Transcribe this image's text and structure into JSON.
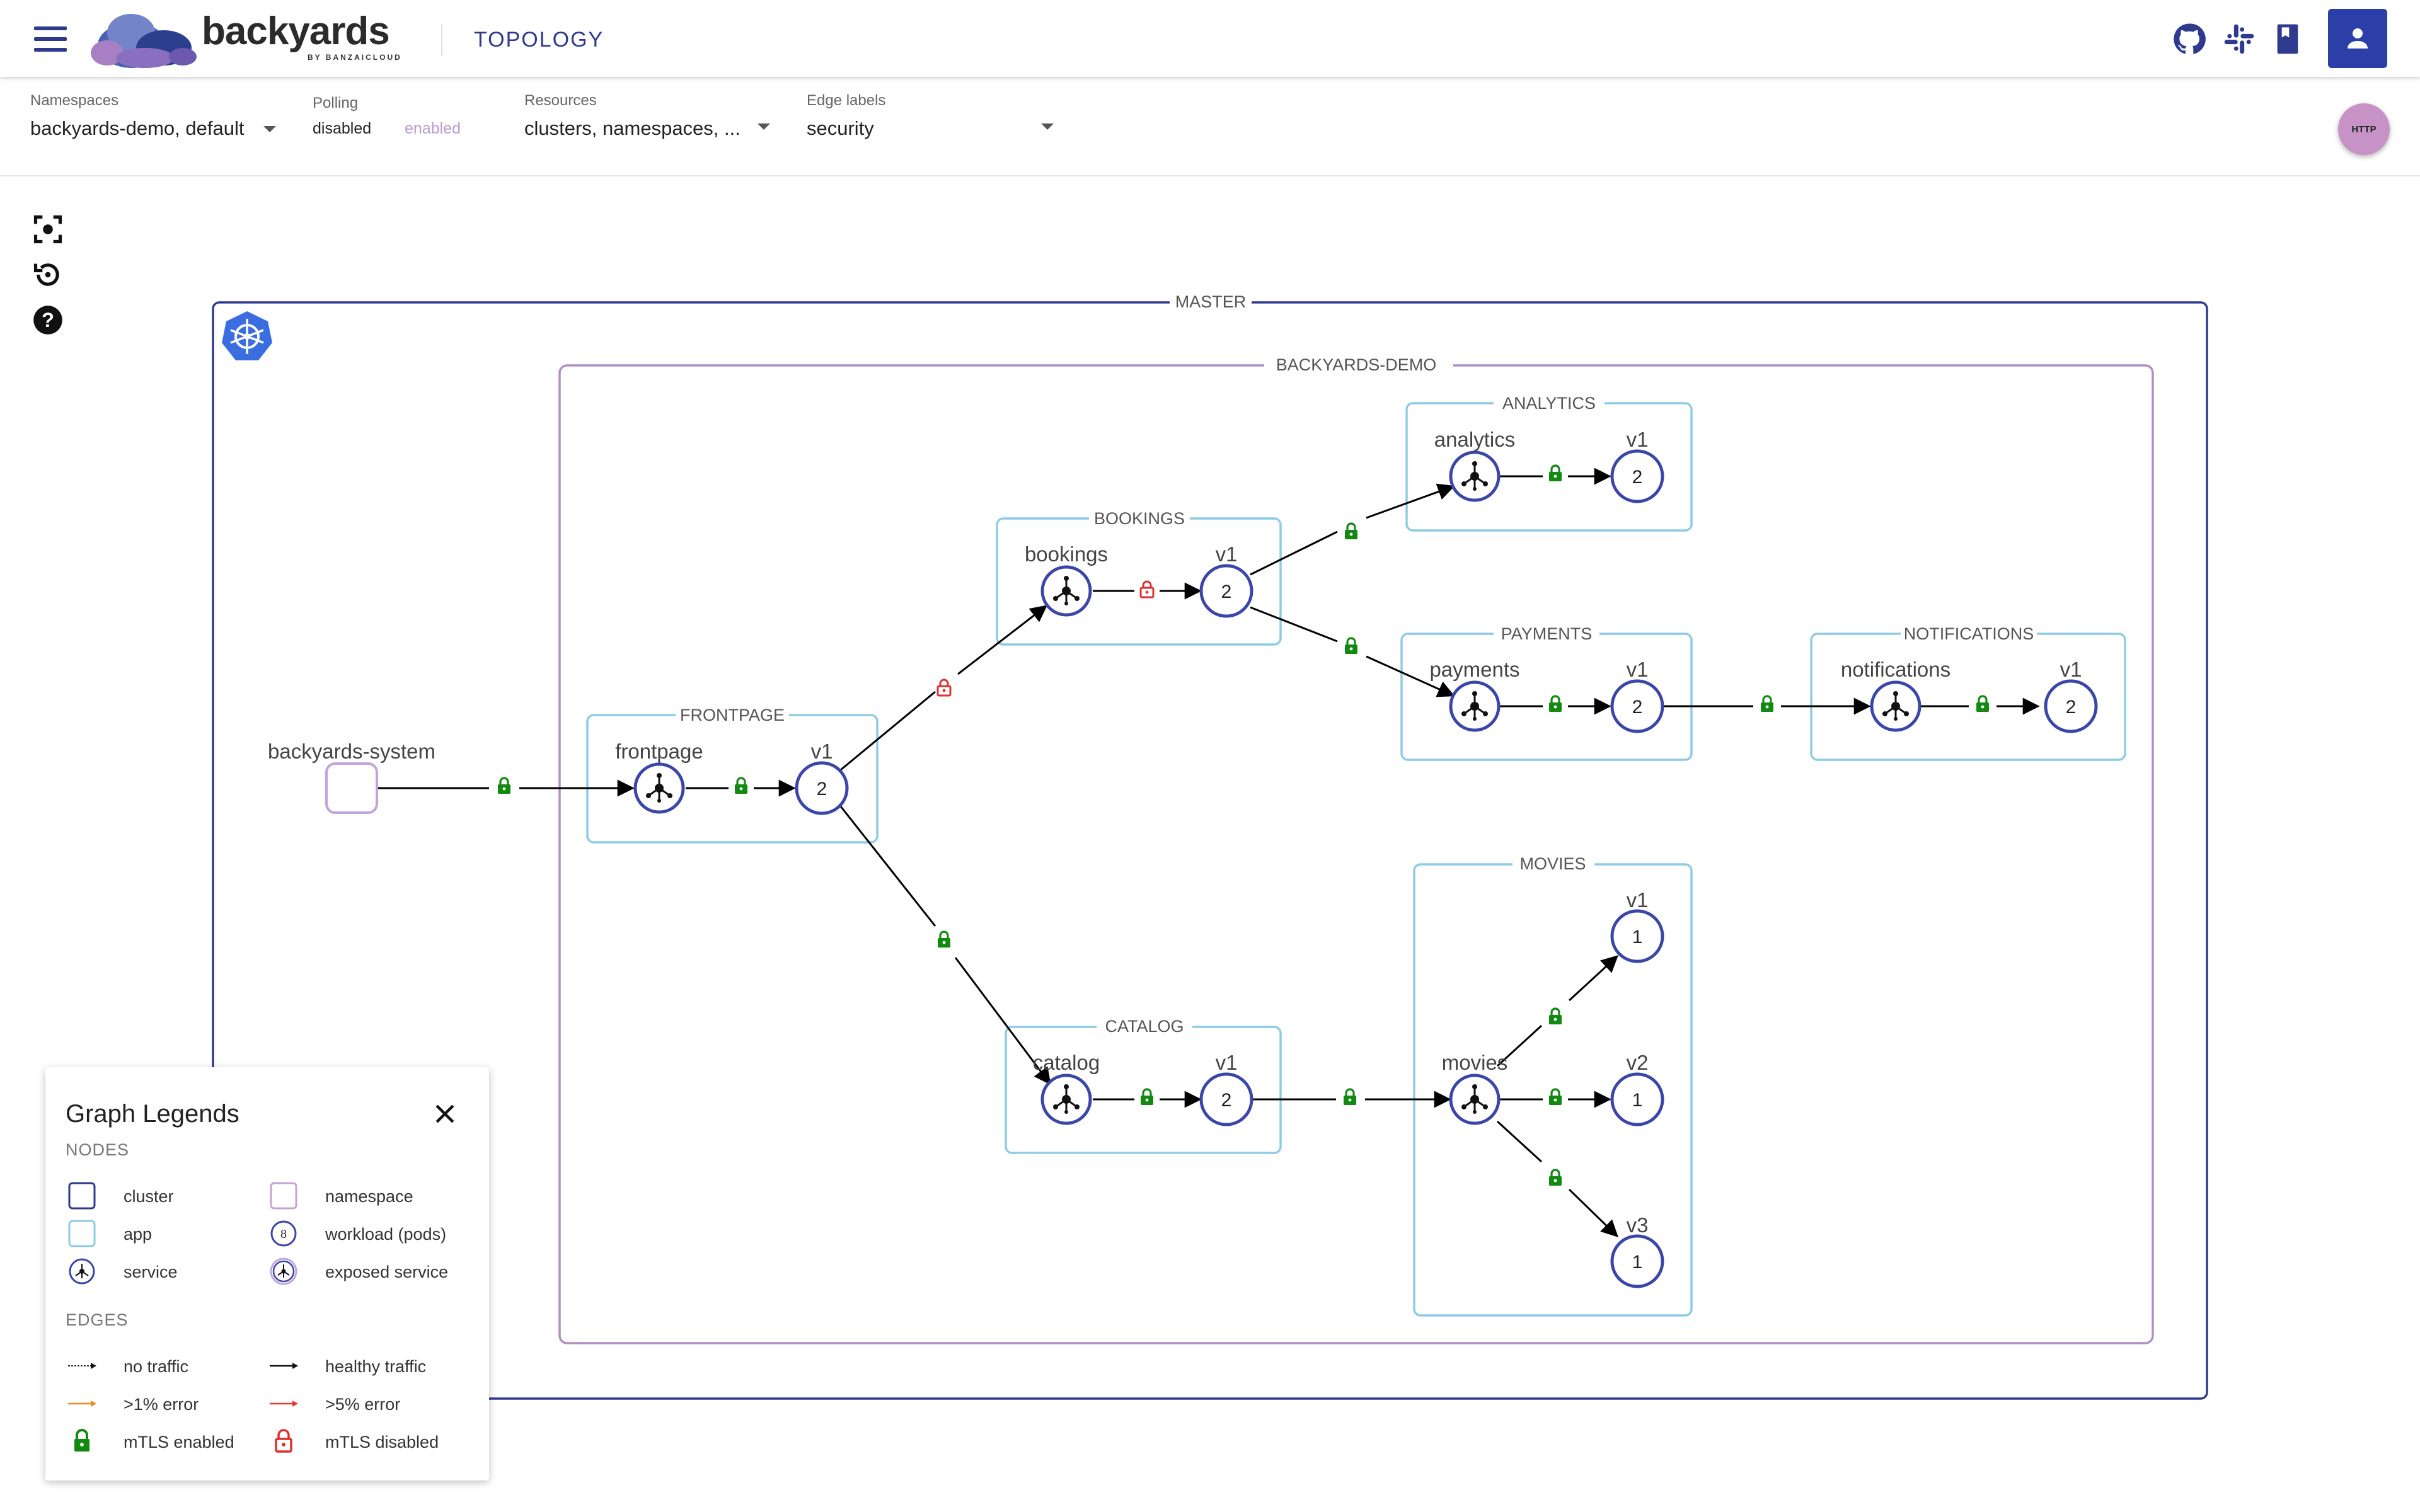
{
  "app": {
    "brand": "backyards",
    "brand_sub": "BY BANZAICLOUD",
    "page_title": "TOPOLOGY"
  },
  "header_icons": [
    "github-icon",
    "slack-icon",
    "docs-book-icon",
    "user-icon"
  ],
  "filters": {
    "namespaces": {
      "label": "Namespaces",
      "value": "backyards-demo, default"
    },
    "polling": {
      "label": "Polling",
      "options": [
        "disabled",
        "enabled"
      ],
      "selected": "disabled"
    },
    "resources": {
      "label": "Resources",
      "value": "clusters, namespaces, ..."
    },
    "edge_labels": {
      "label": "Edge labels",
      "value": "security"
    }
  },
  "http_toggle": "HTTP",
  "tools": [
    "focus-icon",
    "reset-layout-icon",
    "help-icon"
  ],
  "colors": {
    "cluster": "#2f3a8f",
    "namespace": "#b08fc7",
    "app": "#8ecbe6",
    "workload": "#3a46a8",
    "mtls_enabled": "#128a12",
    "mtls_disabled": "#e03030",
    "warn_edge": "#f08c1a",
    "error_edge": "#e53935"
  },
  "graph": {
    "cluster_label": "MASTER",
    "namespace_label": "BACKYARDS-DEMO",
    "external_node": "backyards-system",
    "apps": {
      "frontpage": {
        "title": "FRONTPAGE",
        "service": "frontpage",
        "version": "v1",
        "pods": "2"
      },
      "bookings": {
        "title": "BOOKINGS",
        "service": "bookings",
        "version": "v1",
        "pods": "2"
      },
      "analytics": {
        "title": "ANALYTICS",
        "service": "analytics",
        "version": "v1",
        "pods": "2"
      },
      "payments": {
        "title": "PAYMENTS",
        "service": "payments",
        "version": "v1",
        "pods": "2"
      },
      "notifications": {
        "title": "NOTIFICATIONS",
        "service": "notifications",
        "version": "v1",
        "pods": "2"
      },
      "catalog": {
        "title": "CATALOG",
        "service": "catalog",
        "version": "v1",
        "pods": "2"
      },
      "movies": {
        "title": "MOVIES",
        "service": "movies",
        "workloads": [
          {
            "version": "v1",
            "pods": "1"
          },
          {
            "version": "v2",
            "pods": "1"
          },
          {
            "version": "v3",
            "pods": "1"
          }
        ]
      }
    }
  },
  "legend": {
    "title": "Graph Legends",
    "nodes_heading": "NODES",
    "edges_heading": "EDGES",
    "nodes": [
      "cluster",
      "namespace",
      "app",
      "workload (pods)",
      "service",
      "exposed service"
    ],
    "workload_sample": "8",
    "edges": [
      "no traffic",
      "healthy traffic",
      ">1% error",
      ">5% error",
      "mTLS enabled",
      "mTLS disabled"
    ]
  }
}
